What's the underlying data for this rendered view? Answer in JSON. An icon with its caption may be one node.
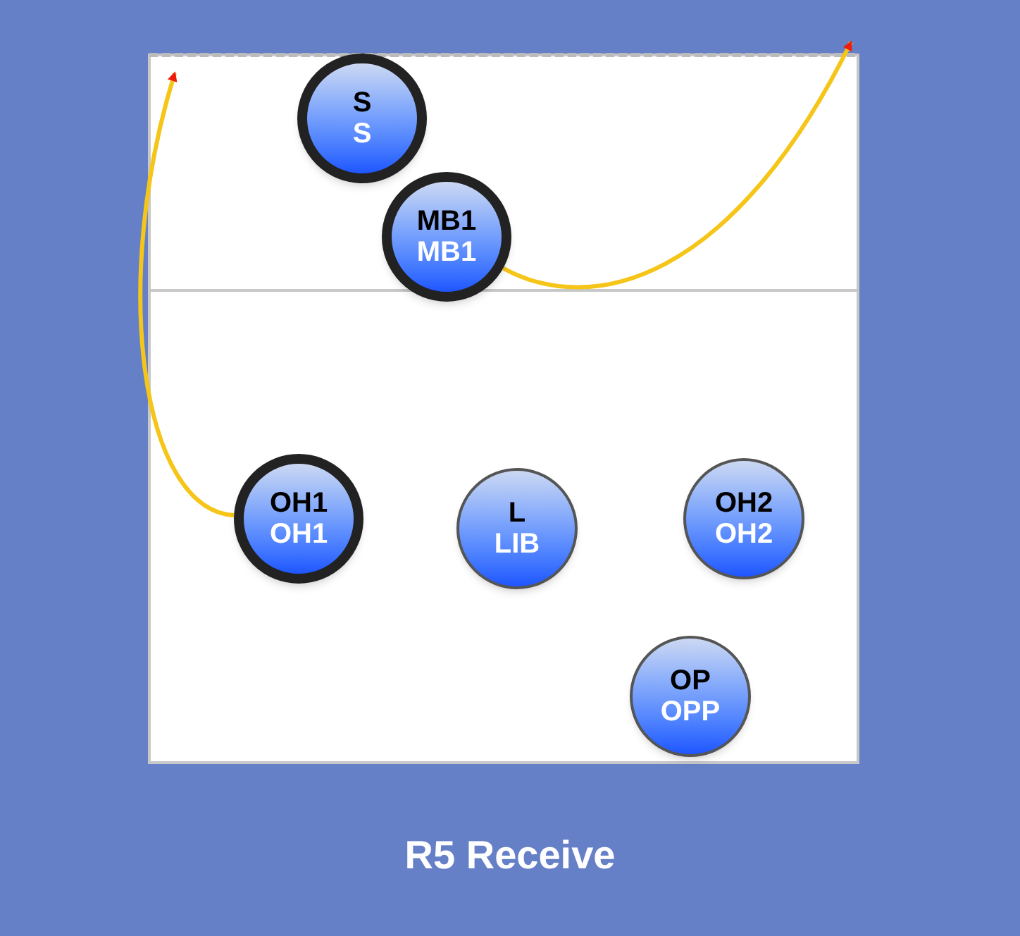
{
  "diagram": {
    "title": "R5 Receive",
    "nodes": [
      {
        "text": [
          "S",
          "S"
        ]
      },
      {
        "text": [
          "MB1",
          "MB1"
        ]
      },
      {
        "text": [
          "OH1",
          "OH1"
        ]
      },
      {
        "text": [
          "L",
          "LIB"
        ]
      },
      {
        "text": [
          "OH2",
          "OH2"
        ]
      },
      {
        "text": [
          "OP",
          "OPP"
        ]
      }
    ],
    "edges": [
      {
        "from": 2,
        "to": null,
        "arrow": "to"
      },
      {
        "from": 1,
        "to": null,
        "arrow": "to"
      }
    ]
  }
}
